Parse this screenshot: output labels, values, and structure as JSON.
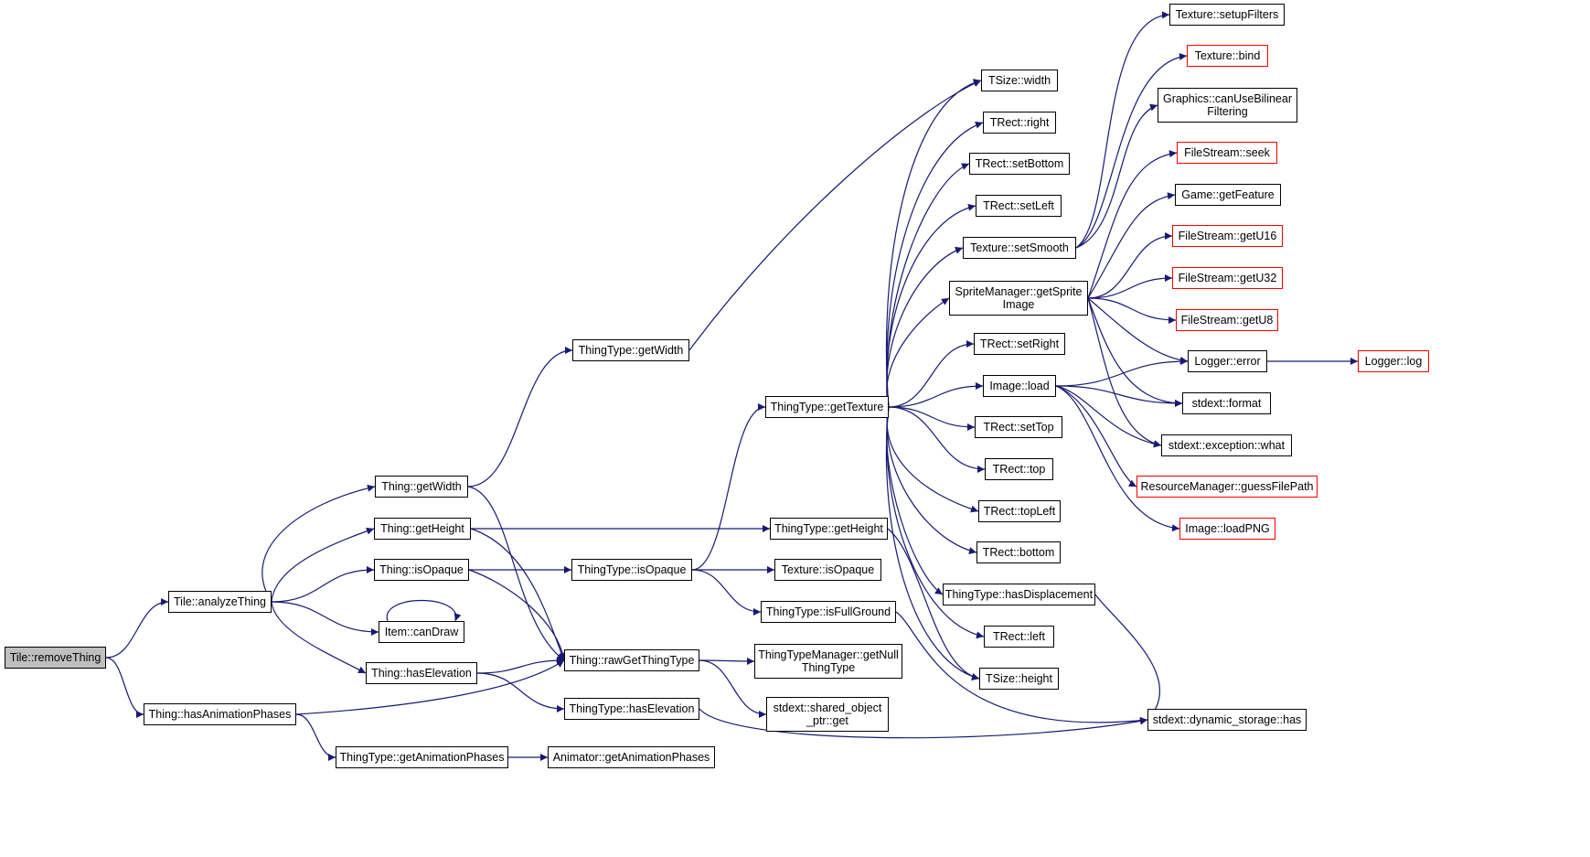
{
  "colors": {
    "edge": "#191970",
    "external_border": "#ff0000",
    "root_fill": "#bfbfbf",
    "node_border": "#000000"
  },
  "nodes": [
    {
      "id": "removeThing",
      "label": "Tile::removeThing",
      "root": true
    },
    {
      "id": "analyzeThing",
      "label": "Tile::analyzeThing"
    },
    {
      "id": "hasAnimPhases",
      "label": "Thing::hasAnimationPhases"
    },
    {
      "id": "thingGetWidth",
      "label": "Thing::getWidth"
    },
    {
      "id": "thingGetHeight",
      "label": "Thing::getHeight"
    },
    {
      "id": "thingIsOpaque",
      "label": "Thing::isOpaque"
    },
    {
      "id": "itemCanDraw",
      "label": "Item::canDraw"
    },
    {
      "id": "thingHasElevation",
      "label": "Thing::hasElevation"
    },
    {
      "id": "ttGetAnimPhases",
      "label": "ThingType::getAnimationPhases"
    },
    {
      "id": "ttGetWidth",
      "label": "ThingType::getWidth"
    },
    {
      "id": "ttIsOpaque",
      "label": "ThingType::isOpaque"
    },
    {
      "id": "rawGetThingType",
      "label": "Thing::rawGetThingType"
    },
    {
      "id": "ttHasElevation",
      "label": "ThingType::hasElevation"
    },
    {
      "id": "animGetPhases",
      "label": "Animator::getAnimationPhases"
    },
    {
      "id": "ttGetTexture",
      "label": "ThingType::getTexture"
    },
    {
      "id": "ttGetHeight",
      "label": "ThingType::getHeight"
    },
    {
      "id": "texIsOpaque",
      "label": "Texture::isOpaque"
    },
    {
      "id": "ttIsFullGround",
      "label": "ThingType::isFullGround"
    },
    {
      "id": "ttmGetNull",
      "label": "ThingTypeManager::getNull\nThingType"
    },
    {
      "id": "sharedPtrGet",
      "label": "stdext::shared_object\n_ptr::get"
    },
    {
      "id": "tsizeWidth",
      "label": "TSize::width"
    },
    {
      "id": "trectRight",
      "label": "TRect::right"
    },
    {
      "id": "trectSetBottom",
      "label": "TRect::setBottom"
    },
    {
      "id": "trectSetLeft",
      "label": "TRect::setLeft"
    },
    {
      "id": "texSetSmooth",
      "label": "Texture::setSmooth"
    },
    {
      "id": "spriteGetImage",
      "label": "SpriteManager::getSprite\nImage"
    },
    {
      "id": "trectSetRight",
      "label": "TRect::setRight"
    },
    {
      "id": "imageLoad",
      "label": "Image::load"
    },
    {
      "id": "trectSetTop",
      "label": "TRect::setTop"
    },
    {
      "id": "trectTop",
      "label": "TRect::top"
    },
    {
      "id": "trectTopLeft",
      "label": "TRect::topLeft"
    },
    {
      "id": "trectBottom",
      "label": "TRect::bottom"
    },
    {
      "id": "ttHasDisplacement",
      "label": "ThingType::hasDisplacement"
    },
    {
      "id": "trectLeft",
      "label": "TRect::left"
    },
    {
      "id": "tsizeHeight",
      "label": "TSize::height"
    },
    {
      "id": "dynStorageHas",
      "label": "stdext::dynamic_storage::has"
    },
    {
      "id": "texSetupFilters",
      "label": "Texture::setupFilters"
    },
    {
      "id": "texBind",
      "label": "Texture::bind",
      "external": true
    },
    {
      "id": "gfxCanUseBilinear",
      "label": "Graphics::canUseBilinear\nFiltering"
    },
    {
      "id": "fsSeek",
      "label": "FileStream::seek",
      "external": true
    },
    {
      "id": "gameGetFeature",
      "label": "Game::getFeature"
    },
    {
      "id": "fsGetU16",
      "label": "FileStream::getU16",
      "external": true
    },
    {
      "id": "fsGetU32",
      "label": "FileStream::getU32",
      "external": true
    },
    {
      "id": "fsGetU8",
      "label": "FileStream::getU8",
      "external": true
    },
    {
      "id": "loggerError",
      "label": "Logger::error"
    },
    {
      "id": "stdextFormat",
      "label": "stdext::format"
    },
    {
      "id": "exceptionWhat",
      "label": "stdext::exception::what"
    },
    {
      "id": "resGuessPath",
      "label": "ResourceManager::guessFilePath",
      "external": true
    },
    {
      "id": "imageLoadPNG",
      "label": "Image::loadPNG",
      "external": true
    },
    {
      "id": "loggerLog",
      "label": "Logger::log",
      "external": true
    }
  ]
}
